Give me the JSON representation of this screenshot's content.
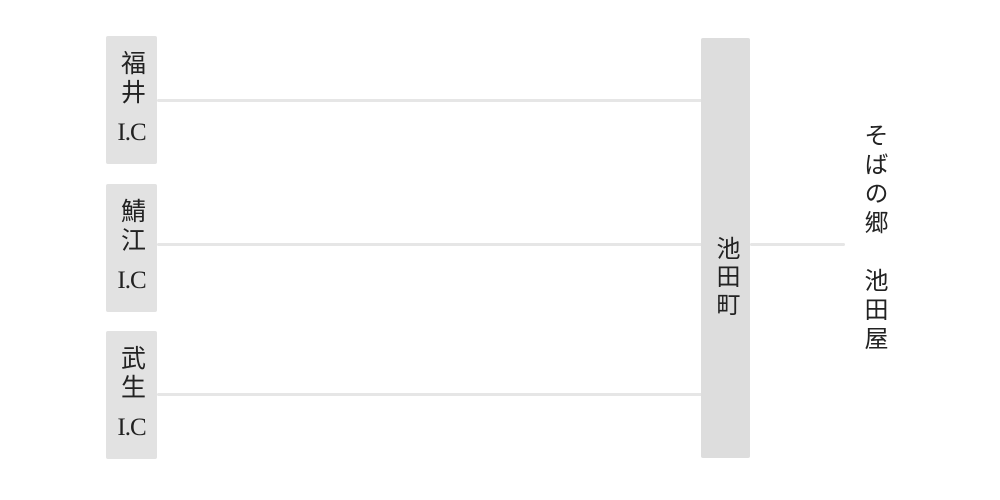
{
  "interchanges": [
    {
      "name": "福井",
      "suffix": "I.C"
    },
    {
      "name": "鯖江",
      "suffix": "I.C"
    },
    {
      "name": "武生",
      "suffix": "I.C"
    }
  ],
  "town": {
    "name": "池田町"
  },
  "destination": {
    "name": "そばの郷　池田屋"
  },
  "colors": {
    "box_fill": "#e2e2e2",
    "road_line": "#e6e6e6",
    "town_bar": "#dddddd",
    "text": "#222222",
    "background": "#ffffff"
  }
}
